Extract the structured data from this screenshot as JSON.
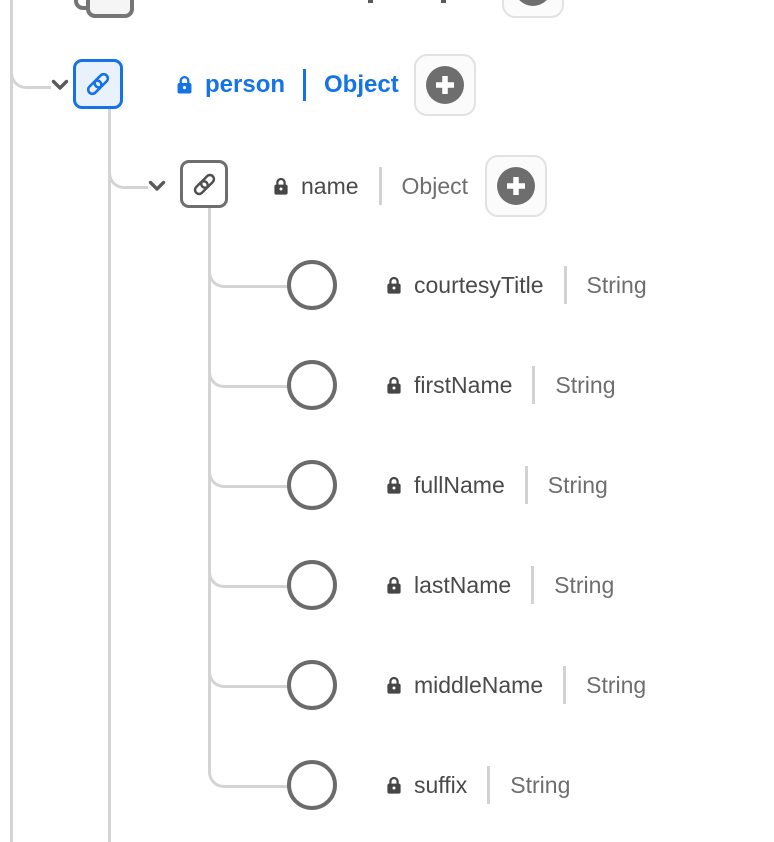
{
  "palette": {
    "accent_blue": "#1473e6",
    "selected_fill": "#e8f1fc",
    "line_gray": "#d4d4d4",
    "icon_gray": "#6e6e6e",
    "text_dark": "#4a4a4a",
    "type_text_gray": "#6e6e6e"
  },
  "tree": {
    "top_partial_row": {
      "icon": "stacked-cards-icon",
      "add_button_icon": "plus-icon"
    },
    "person": {
      "label": "person",
      "type": "Object",
      "locked": true,
      "selected": true,
      "expanded": true,
      "icon": "link-icon",
      "add_button_icon": "plus-icon"
    },
    "name": {
      "label": "name",
      "type": "Object",
      "locked": true,
      "selected": false,
      "expanded": true,
      "icon": "link-icon",
      "add_button_icon": "plus-icon"
    },
    "fields": [
      {
        "label": "courtesyTitle",
        "type": "String",
        "locked": true
      },
      {
        "label": "firstName",
        "type": "String",
        "locked": true
      },
      {
        "label": "fullName",
        "type": "String",
        "locked": true
      },
      {
        "label": "lastName",
        "type": "String",
        "locked": true
      },
      {
        "label": "middleName",
        "type": "String",
        "locked": true
      },
      {
        "label": "suffix",
        "type": "String",
        "locked": true
      }
    ]
  }
}
